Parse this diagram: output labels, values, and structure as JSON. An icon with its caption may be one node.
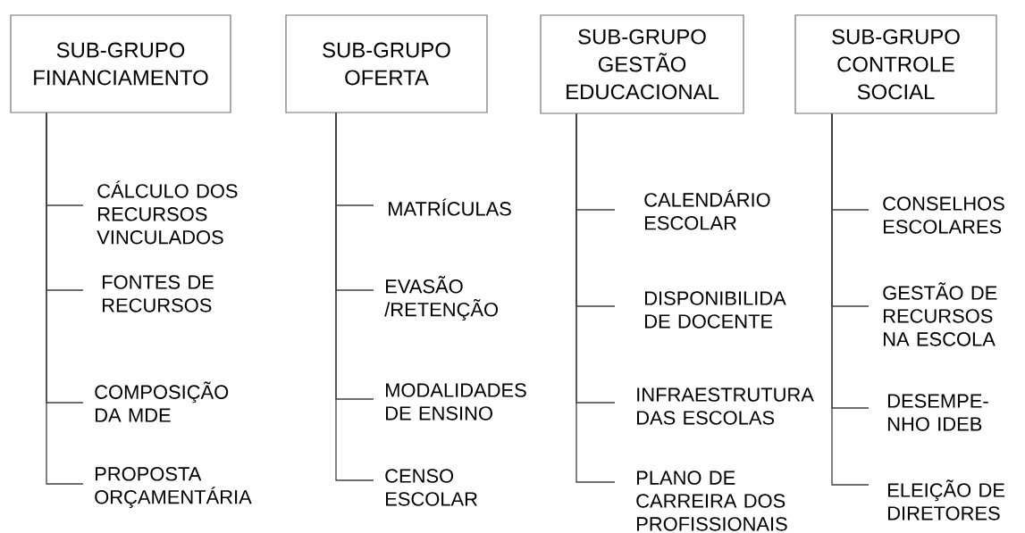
{
  "diagram": {
    "nodes": [
      {
        "text": [
          "SUB-GRUPO FINANCIAMENTO"
        ]
      },
      {
        "text": [
          "SUB-GRUPO OFERTA"
        ]
      },
      {
        "text": [
          "SUB-GRUPO GESTÃO EDUCACIONAL"
        ]
      },
      {
        "text": [
          "SUB-GRUPO CONTROLE SOCIAL"
        ]
      },
      {
        "text": [
          "CÁLCULO DOS RECURSOS VINCULADOS"
        ]
      },
      {
        "text": [
          "FONTES DE RECURSOS"
        ]
      },
      {
        "text": [
          "COMPOSIÇÃO DA MDE"
        ]
      },
      {
        "text": [
          "PROPOSTA ORÇAMENTÁRIA"
        ]
      },
      {
        "text": [
          "MATRÍCULAS"
        ]
      },
      {
        "text": [
          "EVASÃO /RETENÇÃO"
        ]
      },
      {
        "text": [
          "MODALIDADES DE ENSINO"
        ]
      },
      {
        "text": [
          "CENSO ESCOLAR"
        ]
      },
      {
        "text": [
          "CALENDÁRIO ESCOLAR"
        ]
      },
      {
        "text": [
          "DISPONIBILIDA DE DOCENTE"
        ]
      },
      {
        "text": [
          "INFRAESTRUTURA DAS ESCOLAS"
        ]
      },
      {
        "text": [
          "PLANO DE CARREIRA DOS PROFISSIONAIS"
        ]
      },
      {
        "text": [
          "CONSELHOS ESCOLARES"
        ]
      },
      {
        "text": [
          "GESTÃO DE RECURSOS NA ESCOLA"
        ]
      },
      {
        "text": [
          "DESEMPE- NHO IDEB"
        ]
      },
      {
        "text": [
          "ELEIÇÃO DE DIRETORES"
        ]
      }
    ],
    "edges": [
      {
        "from": 0,
        "to": 4,
        "arrow": "none"
      },
      {
        "from": 0,
        "to": 5,
        "arrow": "none"
      },
      {
        "from": 0,
        "to": 6,
        "arrow": "none"
      },
      {
        "from": 0,
        "to": 7,
        "arrow": "none"
      },
      {
        "from": 1,
        "to": 8,
        "arrow": "none"
      },
      {
        "from": 1,
        "to": 9,
        "arrow": "none"
      },
      {
        "from": 1,
        "to": 10,
        "arrow": "none"
      },
      {
        "from": 1,
        "to": 11,
        "arrow": "none"
      },
      {
        "from": 2,
        "to": 12,
        "arrow": "none"
      },
      {
        "from": 2,
        "to": 13,
        "arrow": "none"
      },
      {
        "from": 2,
        "to": 14,
        "arrow": "none"
      },
      {
        "from": 2,
        "to": 15,
        "arrow": "none"
      },
      {
        "from": 3,
        "to": 16,
        "arrow": "none"
      },
      {
        "from": 3,
        "to": 17,
        "arrow": "none"
      },
      {
        "from": 3,
        "to": 18,
        "arrow": "none"
      },
      {
        "from": 3,
        "to": 19,
        "arrow": "none"
      }
    ]
  }
}
